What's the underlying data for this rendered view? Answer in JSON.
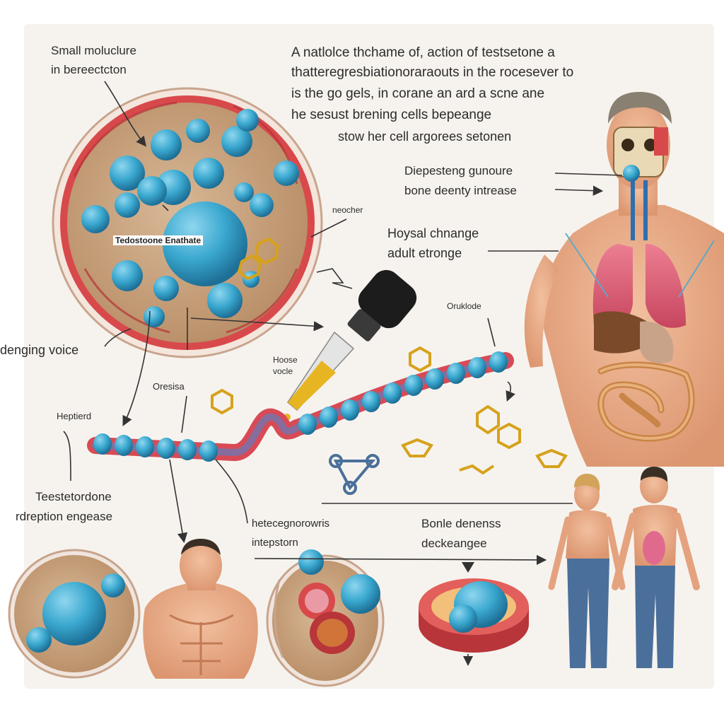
{
  "colors": {
    "cell_fill": "#c9a27c",
    "cell_membrane": "#d8494c",
    "vesicle": "#3aa8cf",
    "vesicle_dark": "#1e6f96",
    "hormone_gold": "#d6a21c",
    "skin": "#e9a883",
    "lung": "#e0607a",
    "intestine": "#d89a5c",
    "denim": "#4a6f9a",
    "line": "#333333"
  },
  "texts": {
    "small_molecule_line1": "Small moluclure",
    "small_molecule_line2": "in bereectcton",
    "header_line1": "A natlolce thchame of, action of testsetone a",
    "header_line2": "thatteregresbiationoraraouts in the rocesever to",
    "header_line3": "is the go gels, in corane an ard a scne ane",
    "header_line4": "he sesust brening cells bepeange",
    "header_line5": "stow her cell argorees setonen",
    "cell_tag": "Tedostoone Enathate",
    "neocher": "neocher",
    "dispesteng": "Diepesteng gunoure",
    "bone_deenty": "bone deenty intrease",
    "hoysal": "Hoysal chnange",
    "adult": "adult etronge",
    "deepening_voice": "denging voice",
    "oruklode": "Oruklode",
    "hoose_line1": "Hoose",
    "hoose_line2": "vocle",
    "oresisa": "Oresisa",
    "heptierd": "Heptierd",
    "testeterdone_line1": "Teestetordone",
    "testeterdone_line2": "rdreption engease",
    "hetecegnorowris_line1": "hetecegnorowris",
    "hetecegnorowris_line2": "intepstorn",
    "bone_denense_line1": "Bonle denenss",
    "bone_denense_line2": "deckeangee"
  },
  "icons": [
    "dropper-icon",
    "hormone-molecule-icon",
    "arrow-icon"
  ]
}
